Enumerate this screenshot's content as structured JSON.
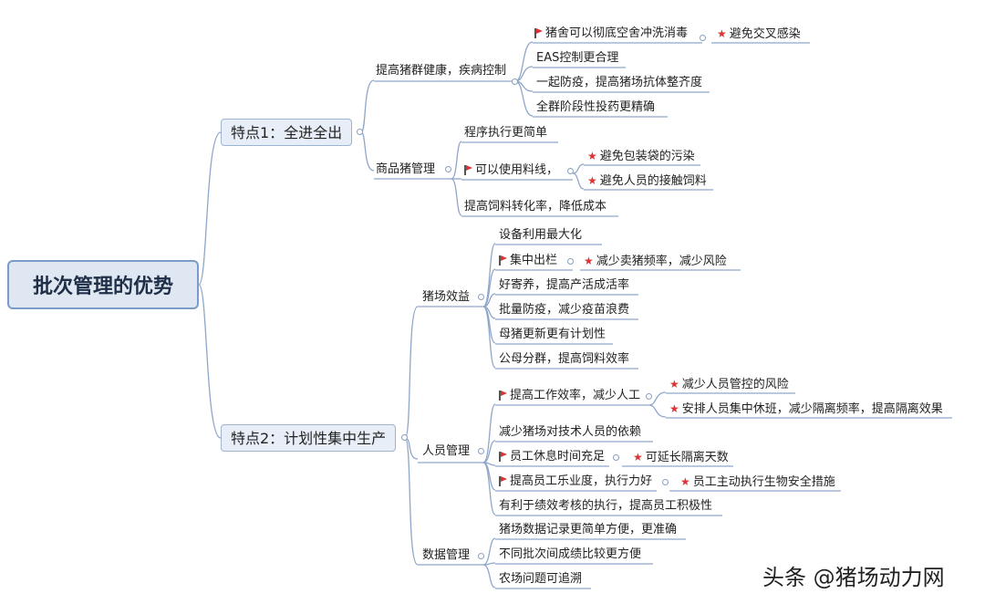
{
  "title": "批次管理的优势",
  "feature1": {
    "label": "特点1：全进全出",
    "group1": {
      "label": "提高猪群健康，疾病控制",
      "items": [
        "猪舍可以彻底空舍冲洗消毒",
        "EAS控制更合理",
        "一起防疫，提高猪场抗体整齐度",
        "全群阶段性投药更精确"
      ],
      "note": "避免交叉感染"
    },
    "group2": {
      "label": "商品猪管理",
      "items": [
        "程序执行更简单",
        "可以使用料线，",
        "提高饲料转化率，降低成本"
      ],
      "notes": [
        "避免包装袋的污染",
        "避免人员的接触饲料"
      ]
    }
  },
  "feature2": {
    "label": "特点2：计划性集中生产",
    "group1": {
      "label": "猪场效益",
      "items": [
        "设备利用最大化",
        "集中出栏",
        "好寄养，提高产活成活率",
        "批量防疫，减少疫苗浪费",
        "母猪更新更有计划性",
        "公母分群，提高饲料效率"
      ],
      "note": "减少卖猪频率，减少风险"
    },
    "group2": {
      "label": "人员管理",
      "items": [
        "提高工作效率，减少人工",
        "减少猪场对技术人员的依赖",
        "员工休息时间充足",
        "提高员工乐业度，执行力好",
        "有利于绩效考核的执行，提高员工积极性"
      ],
      "notes": [
        "减少人员管控的风险",
        "安排人员集中休班，减少隔离频率，提高隔离效果",
        "可延长隔离天数",
        "员工主动执行生物安全措施"
      ]
    },
    "group3": {
      "label": "数据管理",
      "items": [
        "猪场数据记录更简单方便，更准确",
        "不同批次间成绩比较更方便",
        "农场问题可追溯"
      ]
    }
  },
  "watermark": "头条 @猪场动力网",
  "colors": {
    "line": "#8fa6c8",
    "flag": "#dd3333",
    "star": "#dd3333",
    "node_fill": "#e8eef7"
  }
}
